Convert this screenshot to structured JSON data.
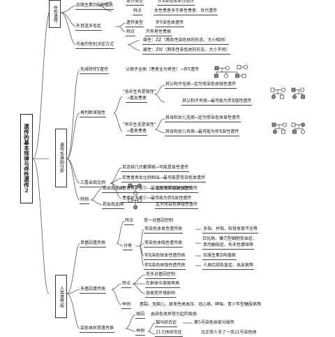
{
  "root": "遗传的基本规律与伴性遗传2",
  "branches": {
    "b1": "伴性遗传",
    "b2": "遗传系谱图分析",
    "b3": "人类遗传病"
  },
  "s1": {
    "row1a": "遗传类型",
    "row1b": "伴X染色体显性遗传",
    "anti_d": "抗维生素D的佝偻病",
    "feature": "特点",
    "anti_d_feature": "女性患者多于男性患者、世代遗传",
    "ear": "外耳道多毛症",
    "ear_type": "遗传类型",
    "ear_type_v": "伴Y染色体遗传",
    "ear_feat": "特点",
    "ear_feat_v": "只有男性患病",
    "bird": "鸟类的性别决定方式",
    "bird_m": "雄性：ZZ（两条性染色体的形态、大小相同）",
    "bird_f": "雌性：ZW（两条性染色体的形态、大小不同）"
  },
  "s2": {
    "first": "先排除伴Y遗传",
    "first_v": "父病子全病（患者全为男性）→伴Y遗传",
    "judge": "再判断显隐性",
    "wu_you": "\"无中生有是隐性\"",
    "wu_you2": "→看女患者",
    "mother_son": "其父和子无病→定为常染色体隐性遗传",
    "mother_son2": "其父和子有病→最可能为伴X隐性遗传",
    "you_wu": "\"有中生无是显性\"",
    "you_wu2": "→看男患者",
    "mother_daughter": "其母和女儿无病→定为常染色体显性遗传",
    "mother_daughter2": "其母和女儿有病→最可能为伴X显性遗传",
    "third": "三看出现比例",
    "r1": "若连续几代都得病→可能是显性遗传",
    "r2": "若患者男女比例相当→最可能是常染色体遗传",
    "r3": "患者男多女少→最可能为伴X隐性遗传",
    "r4": "患者女多男少→最可能为伴X显性遗传",
    "special": "特例",
    "sp1": "若出现此图",
    "sp1v": "定为常染色体显性遗传",
    "sp2": "若出现此图",
    "sp2v": "定为常染色体隐性遗传"
  },
  "s3": {
    "single": "单基因遗传病",
    "feat": "特点",
    "feat_v": "受一对基因控制",
    "cls": "分类",
    "c1": "常染色体显性遗传病",
    "c1v": "多指、并指、软骨发育不全等",
    "c2": "常染色体隐性遗传病",
    "c2v": "白化病、镰刀型细胞贫血症、",
    "c2v2": "苯丙酮尿症、先天性聋哑等",
    "c3": "伴X染色体显性遗传病",
    "c3v": "抗维生素D佝偻病",
    "c4": "伴X染色体隐性遗传病",
    "c4v": "人类红绿色盲症、血友病等",
    "multi": "多基因遗传病",
    "m_feat": "特点",
    "m_f1": "受多对基因控制",
    "m_f2": "在群体中发病率高",
    "m_f3": "容易受环境影响",
    "m_ex": "举例",
    "m_ex_v": "唇裂、无脑儿、原发性高血压、冠心病、哮喘、青少年型糖尿病等",
    "chrom": "染色体异常遗传病",
    "ch_cause": "病因",
    "ch_cause_v": "由染色体异常引起的疾病",
    "ch_ex": "举例",
    "ch_e1": "猫叫综合征",
    "ch_e1v": "第5号染色体部分缺失",
    "ch_e2": "21三体综合征",
    "ch_e2v": "比正常人多了一条21号染色体"
  }
}
